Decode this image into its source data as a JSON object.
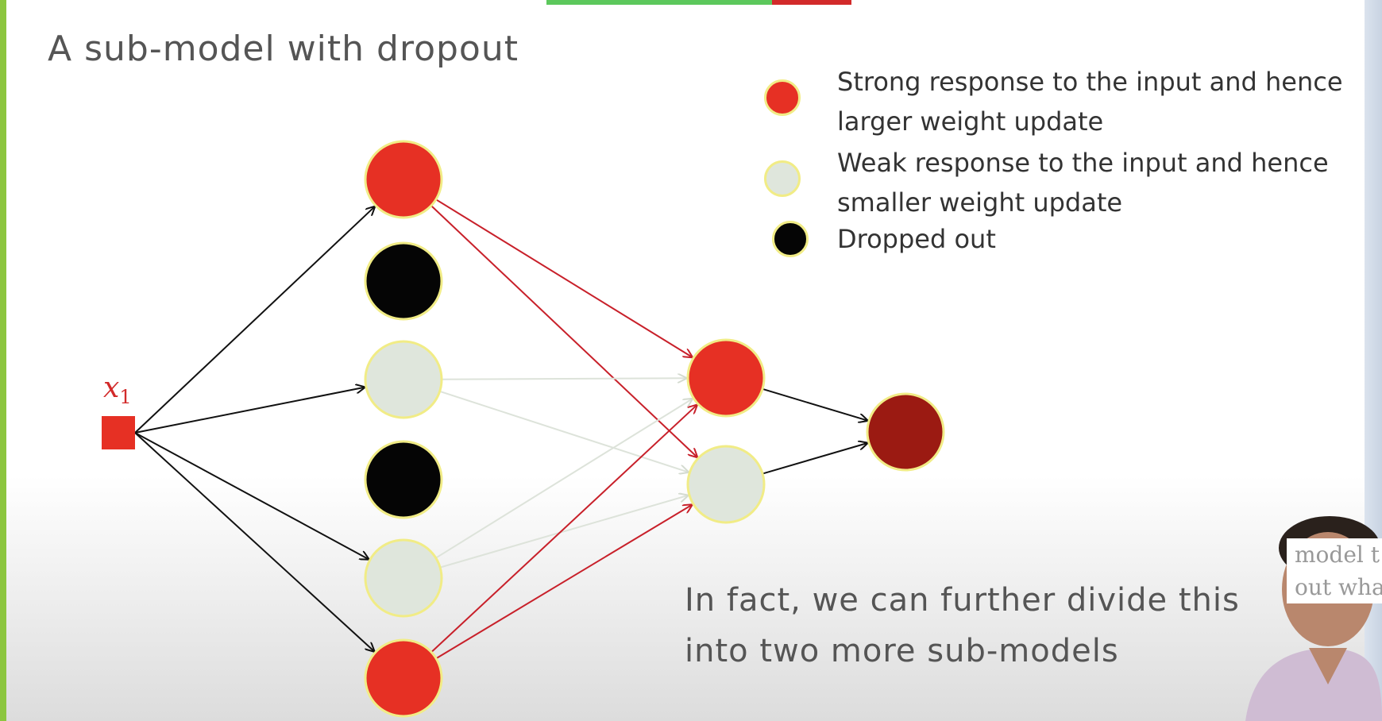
{
  "title": "A sub-model with dropout",
  "input_label": {
    "var": "x",
    "sub": "1"
  },
  "legend": [
    {
      "text": "Strong response to the input and hence larger weight update",
      "color": "#e63024"
    },
    {
      "text": "Weak response to the input and hence smaller weight update",
      "color": "#dfe6dc"
    },
    {
      "text": "Dropped out",
      "color": "#050505"
    }
  ],
  "note": [
    "In fact, we can further divide this",
    "into two more sub-models"
  ],
  "caption": [
    "model t",
    "out wha"
  ],
  "colors": {
    "strong": "#e63024",
    "weak": "#dfe6dc",
    "dropped": "#050505",
    "output": "#9b1a12",
    "node_border": "#f1ec86",
    "edge_black": "#111111",
    "edge_red": "#c8202a",
    "edge_faint": "#dde3da"
  },
  "network": {
    "hidden1": [
      "strong",
      "dropped",
      "weak",
      "dropped",
      "weak",
      "strong"
    ],
    "hidden2": [
      "strong",
      "weak"
    ],
    "output": [
      "output"
    ]
  }
}
